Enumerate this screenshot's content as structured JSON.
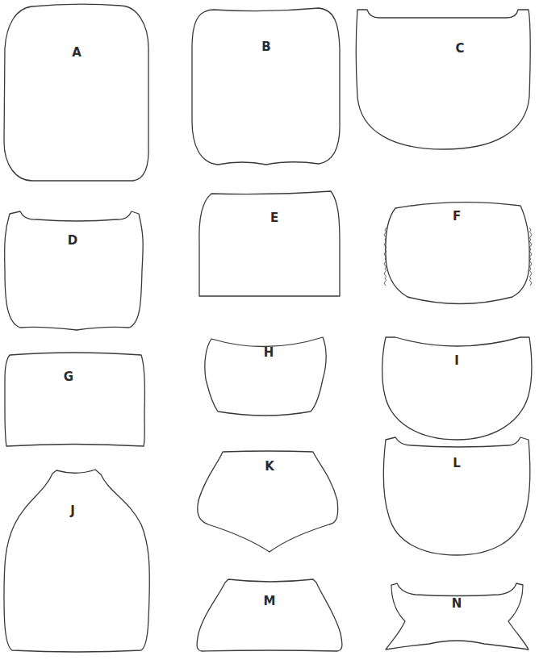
{
  "diagram": {
    "nodes": [
      {
        "text": [
          "A"
        ]
      },
      {
        "text": [
          "B"
        ]
      },
      {
        "text": [
          "C"
        ]
      },
      {
        "text": [
          "D"
        ]
      },
      {
        "text": [
          "E"
        ]
      },
      {
        "text": [
          "F"
        ]
      },
      {
        "text": [
          "G"
        ]
      },
      {
        "text": [
          "H"
        ]
      },
      {
        "text": [
          "I"
        ]
      },
      {
        "text": [
          "J"
        ]
      },
      {
        "text": [
          "K"
        ]
      },
      {
        "text": [
          "L"
        ]
      },
      {
        "text": [
          "M"
        ]
      },
      {
        "text": [
          "N"
        ]
      }
    ]
  }
}
